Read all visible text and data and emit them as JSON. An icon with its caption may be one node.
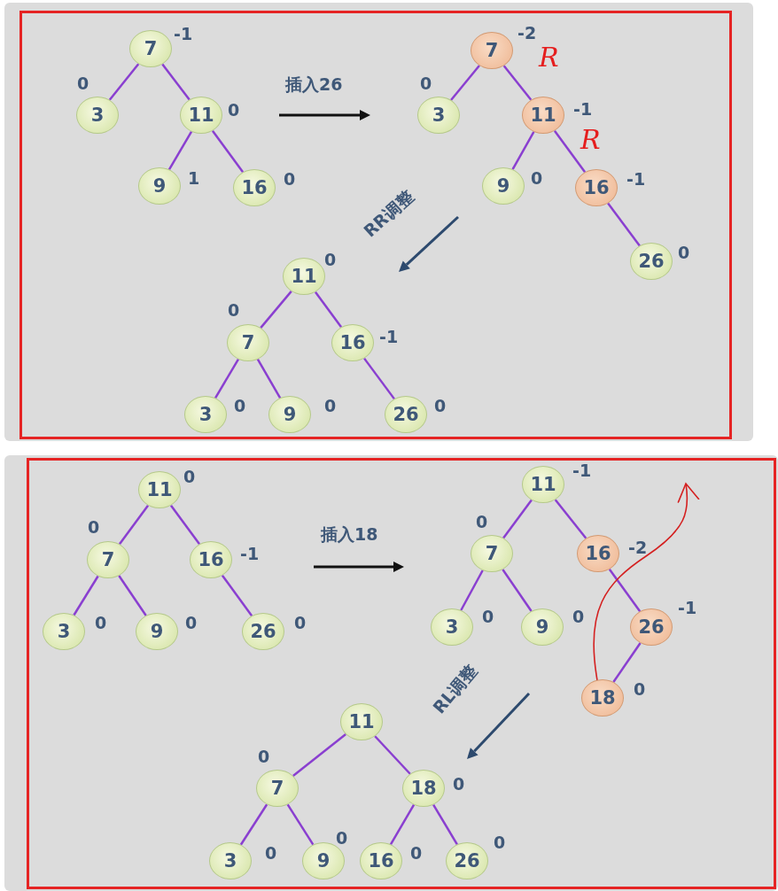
{
  "diagram": {
    "nodes": [
      {
        "text": [],
        "shape": "box"
      },
      {
        "text": [
          "7"
        ],
        "beside": [
          "-1"
        ],
        "in": 0
      },
      {
        "text": [
          "3"
        ],
        "beside": [
          "0"
        ],
        "in": 0
      },
      {
        "text": [
          "11"
        ],
        "beside": [
          "0"
        ],
        "in": 0
      },
      {
        "text": [
          "9"
        ],
        "beside": [
          "1"
        ],
        "in": 0
      },
      {
        "text": [
          "16"
        ],
        "beside": [
          "0"
        ],
        "in": 0
      },
      {
        "text": [
          "7"
        ],
        "beside": [
          "-2"
        ],
        "in": 0
      },
      {
        "text": [
          "3"
        ],
        "beside": [
          "0"
        ],
        "in": 0
      },
      {
        "text": [
          "11"
        ],
        "beside": [
          "-1"
        ],
        "in": 0
      },
      {
        "text": [
          "9"
        ],
        "beside": [
          "0"
        ],
        "in": 0
      },
      {
        "text": [
          "16"
        ],
        "beside": [
          "-1"
        ],
        "in": 0
      },
      {
        "text": [
          "26"
        ],
        "beside": [
          "0"
        ],
        "in": 0
      },
      {
        "text": [
          "11"
        ],
        "beside": [
          "0"
        ],
        "in": 0
      },
      {
        "text": [
          "7"
        ],
        "beside": [
          "0"
        ],
        "in": 0
      },
      {
        "text": [
          "16"
        ],
        "beside": [
          "-1"
        ],
        "in": 0
      },
      {
        "text": [
          "3"
        ],
        "beside": [
          "0"
        ],
        "in": 0
      },
      {
        "text": [
          "9"
        ],
        "beside": [
          "0"
        ],
        "in": 0
      },
      {
        "text": [
          "26"
        ],
        "beside": [
          "0"
        ],
        "in": 0
      },
      {
        "text": [],
        "shape": "box"
      },
      {
        "text": [
          "11"
        ],
        "beside": [
          "0"
        ],
        "in": 18
      },
      {
        "text": [
          "7"
        ],
        "beside": [
          "0"
        ],
        "in": 18
      },
      {
        "text": [
          "16"
        ],
        "beside": [
          "-1"
        ],
        "in": 18
      },
      {
        "text": [
          "3"
        ],
        "beside": [
          "0"
        ],
        "in": 18
      },
      {
        "text": [
          "9"
        ],
        "beside": [
          "0"
        ],
        "in": 18
      },
      {
        "text": [
          "26"
        ],
        "beside": [
          "0"
        ],
        "in": 18
      },
      {
        "text": [
          "11"
        ],
        "beside": [
          "-1"
        ],
        "in": 18
      },
      {
        "text": [
          "7"
        ],
        "beside": [
          "0"
        ],
        "in": 18
      },
      {
        "text": [
          "16"
        ],
        "beside": [
          "-2"
        ],
        "in": 18
      },
      {
        "text": [
          "3"
        ],
        "beside": [
          "0"
        ],
        "in": 18
      },
      {
        "text": [
          "9"
        ],
        "beside": [
          "0"
        ],
        "in": 18
      },
      {
        "text": [
          "26"
        ],
        "beside": [
          "-1"
        ],
        "in": 18
      },
      {
        "text": [
          "18"
        ],
        "beside": [
          "0"
        ],
        "in": 18
      },
      {
        "text": [
          "11"
        ],
        "in": 18
      },
      {
        "text": [
          "7"
        ],
        "beside": [
          "0"
        ],
        "in": 18
      },
      {
        "text": [
          "18"
        ],
        "beside": [
          "0"
        ],
        "in": 18
      },
      {
        "text": [
          "3"
        ],
        "beside": [
          "0"
        ],
        "in": 18
      },
      {
        "text": [
          "9"
        ],
        "beside": [
          "0"
        ],
        "in": 18
      },
      {
        "text": [
          "16"
        ],
        "beside": [
          "0"
        ],
        "in": 18
      },
      {
        "text": [
          "26"
        ],
        "beside": [
          "0"
        ],
        "in": 18
      }
    ],
    "edges": [
      {
        "from": 1,
        "to": 2,
        "arrow": "none"
      },
      {
        "from": 1,
        "to": 3,
        "arrow": "none"
      },
      {
        "from": 3,
        "to": 4,
        "arrow": "none"
      },
      {
        "from": 3,
        "to": 5,
        "arrow": "none"
      },
      {
        "from": 6,
        "to": 7,
        "arrow": "none"
      },
      {
        "from": 6,
        "to": 8,
        "arrow": "none"
      },
      {
        "from": 8,
        "to": 9,
        "arrow": "none"
      },
      {
        "from": 8,
        "to": 10,
        "arrow": "none"
      },
      {
        "from": 10,
        "to": 11,
        "arrow": "none"
      },
      {
        "from": 12,
        "to": 13,
        "arrow": "none"
      },
      {
        "from": 12,
        "to": 14,
        "arrow": "none"
      },
      {
        "from": 13,
        "to": 15,
        "arrow": "none"
      },
      {
        "from": 13,
        "to": 16,
        "arrow": "none"
      },
      {
        "from": 14,
        "to": 17,
        "arrow": "none"
      },
      {
        "from": 19,
        "to": 20,
        "arrow": "none"
      },
      {
        "from": 19,
        "to": 21,
        "arrow": "none"
      },
      {
        "from": 20,
        "to": 22,
        "arrow": "none"
      },
      {
        "from": 20,
        "to": 23,
        "arrow": "none"
      },
      {
        "from": 21,
        "to": 24,
        "arrow": "none"
      },
      {
        "from": 25,
        "to": 26,
        "arrow": "none"
      },
      {
        "from": 25,
        "to": 27,
        "arrow": "none"
      },
      {
        "from": 26,
        "to": 28,
        "arrow": "none"
      },
      {
        "from": 26,
        "to": 29,
        "arrow": "none"
      },
      {
        "from": 27,
        "to": 30,
        "arrow": "none"
      },
      {
        "from": 30,
        "to": 31,
        "arrow": "none"
      },
      {
        "from": 32,
        "to": 33,
        "arrow": "none"
      },
      {
        "from": 32,
        "to": 34,
        "arrow": "none"
      },
      {
        "from": 33,
        "to": 35,
        "arrow": "none"
      },
      {
        "from": 33,
        "to": 36,
        "arrow": "none"
      },
      {
        "from": 34,
        "to": 37,
        "arrow": "none"
      },
      {
        "from": 34,
        "to": 38,
        "arrow": "none"
      },
      {
        "from": 31,
        "to": null,
        "arrow": "to",
        "color": "#d42020"
      }
    ],
    "labels": [
      "R",
      "插入26",
      "R",
      "RR调整",
      "插入18",
      "RL调整"
    ]
  }
}
